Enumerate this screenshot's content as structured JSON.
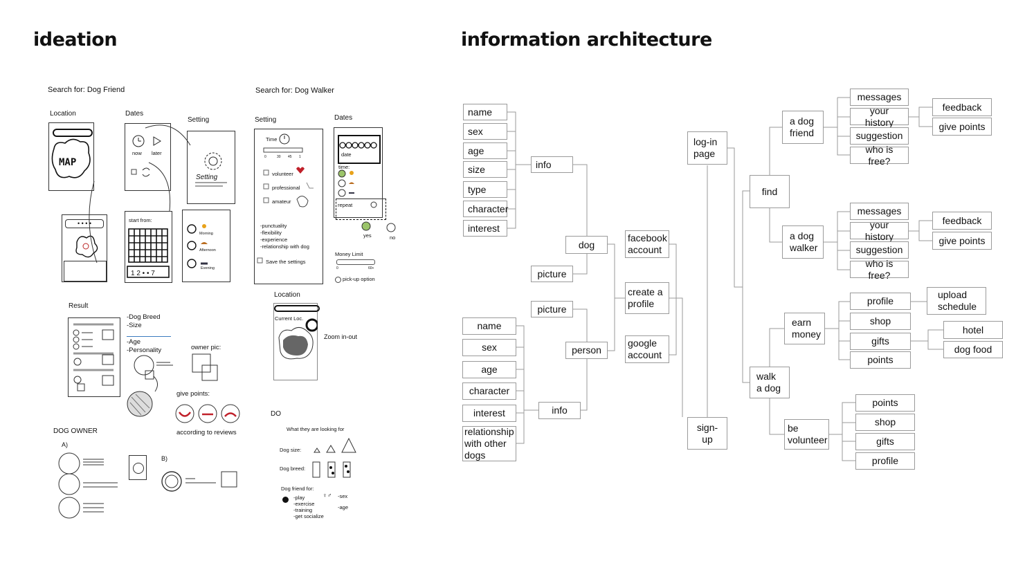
{
  "titles": {
    "ideation": "ideation",
    "ia": "information architecture"
  },
  "sketch": {
    "friend_search": "Search for: Dog Friend",
    "location": "Location",
    "dates": "Dates",
    "setting": "Setting",
    "map": "MAP",
    "now": "now",
    "later": "later",
    "setting_scribble": "Setting",
    "start_from": "start from:",
    "cal_strip": "1 2 • • 7",
    "morning": "Morning",
    "afternoon": "Afternoon",
    "evening": "Evening",
    "walker_search": "Search for: Dog Walker",
    "w_setting": "Setting",
    "w_dates": "Dates",
    "time": "Time",
    "slider_ticks": [
      "0",
      "30",
      "45",
      "1"
    ],
    "volunteer": "volunteer",
    "professional": "professional",
    "amateur": "amateur",
    "qualities": [
      "-punctuality",
      "-flexibility",
      "-experience",
      "-relationship with dog"
    ],
    "save_settings": "Save the settings",
    "date": "date",
    "w_time": "time:",
    "repeat": "repeat",
    "yes": "yes",
    "no": "no",
    "money_limit": "Money Limit",
    "money_min": "0",
    "money_max": "60+",
    "pickup": "pick-up option",
    "result": "Result",
    "breed_size": [
      "-Dog Breed",
      "-Size"
    ],
    "age_personality": [
      "-Age",
      "-Personality"
    ],
    "owner_pic": "owner pic:",
    "give_points": "give points:",
    "according": "according to reviews",
    "w_location": "Location",
    "current_loc": "Current Loc.",
    "zoom": "Zoom in-out",
    "dog_owner": "DOG OWNER",
    "a": "A)",
    "b": "B)",
    "do": "DO",
    "looking_for": "What they are looking for",
    "dog_size": "Dog size:",
    "dog_breed": "Dog breed:",
    "dog_friend_for": "Dog friend for:",
    "friend_for_items": [
      "-play",
      "-exercise",
      "-training",
      "-get socialize"
    ],
    "sex": "-sex",
    "age": "-age"
  },
  "ia": {
    "dog_attrs": [
      "name",
      "sex",
      "age",
      "size",
      "type",
      "character",
      "interest"
    ],
    "info": "info",
    "dog": "dog",
    "picture": "picture",
    "person_picture": "picture",
    "person": "person",
    "person_attrs": [
      "name",
      "sex",
      "age",
      "character",
      "interest",
      "relationship\nwith other\ndogs"
    ],
    "person_info": "info",
    "facebook": "facebook\naccount",
    "create_profile": "create a\nprofile",
    "google": "google\naccount",
    "login": "log-in\npage",
    "signup": "sign-up",
    "find": "find",
    "dog_friend": "a dog\nfriend",
    "dog_walker": "a dog\nwalker",
    "friend_items": [
      "messages",
      "your history",
      "suggestion",
      "who is free?"
    ],
    "friend_feedback": [
      "feedback",
      "give points"
    ],
    "walker_items": [
      "messages",
      "your history",
      "suggestion",
      "who is free?"
    ],
    "walker_feedback": [
      "feedback",
      "give points"
    ],
    "walk_a_dog": "walk\na dog",
    "earn_money": "earn\nmoney",
    "earn_items": [
      "profile",
      "shop",
      "gifts",
      "points"
    ],
    "upload_schedule": "upload\nschedule",
    "hotel": "hotel",
    "dog_food": "dog food",
    "be_volunteer": "be\nvolunteer",
    "vol_items": [
      "points",
      "shop",
      "gifts",
      "profile"
    ]
  }
}
